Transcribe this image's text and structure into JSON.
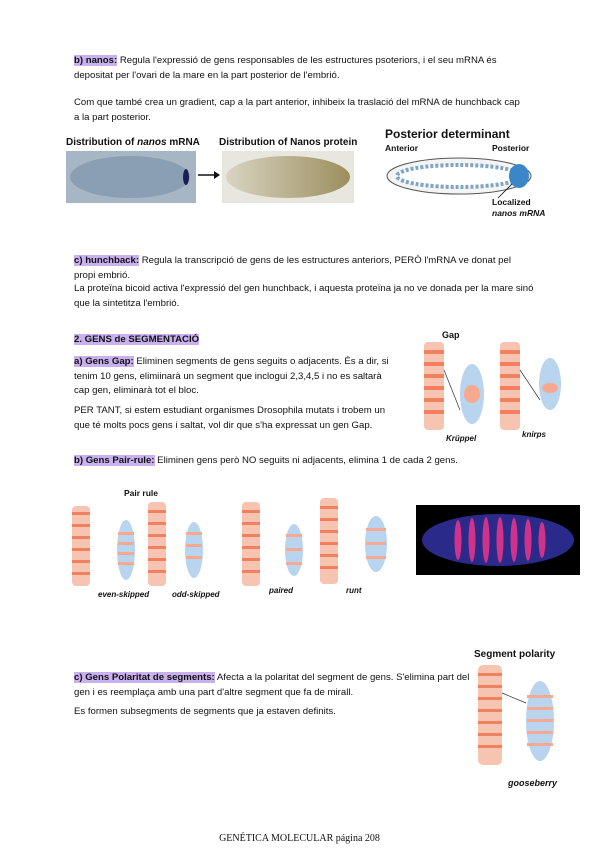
{
  "nanos": {
    "heading": "b) nanos:",
    "text": " Regula l'expressió de gens responsables de les estructures psoteriors, i el seu mRNA és depositat per l'ovari de la mare en la part posterior de l'embrió.",
    "text2": "Com que també crea un gradient, cap a la part anterior, inhibeix la traslació del mRNA de hunchback cap a la part posterior.",
    "fig_left_caption": "Distribution of nanos mRNA",
    "fig_mid_caption": "Distribution of Nanos protein",
    "fig_right_title": "Posterior determinant",
    "fig_right_anterior": "Anterior",
    "fig_right_posterior": "Posterior",
    "fig_right_loc1": "Localized",
    "fig_right_loc2": "nanos mRNA"
  },
  "hunchback": {
    "heading": "c) hunchback:",
    "text": " Regula la transcripció de gens de les estructures anteriors, PERÒ l'mRNA ve donat pel propi embrió.",
    "text2": "La proteïna bicoid activa l'expressió del gen hunchback, i aquesta proteïna ja no ve donada per la mare sinó que la sintetitza l'embrió."
  },
  "segmentation": {
    "heading": "2. GENS de SEGMENTACIÓ",
    "gap_heading": "a) Gens Gap:",
    "gap_text": " Eliminen segments de gens seguits o adjacents. És a dir, si tenim 10 gens, elimiinarà un segment que inclogui 2,3,4,5 i no es saltarà cap gen, eliminarà tot el bloc.",
    "gap_text2": "PER TANT, si estem estudiant organismes Drosophila mutats i trobem un que té molts pocs gens i saltat, vol dir que s'ha expressat un gen Gap.",
    "gap_fig_title": "Gap",
    "gap_fig_l1": "Krüppel",
    "gap_fig_l2": "knirps",
    "pair_heading": "b) Gens Pair-rule:",
    "pair_text": " Eliminen gens però NO seguits ni adjacents, elimina 1 de cada 2 gens.",
    "pair_fig_title": "Pair rule",
    "pair_l1": "even-skipped",
    "pair_l2": "odd-skipped",
    "pair_l3": "paired",
    "pair_l4": "runt",
    "polar_heading": "c) Gens Polaritat de segments:",
    "polar_text": " Afecta a la polaritat del segment de gens. S'elimina part del gen i es reemplaça amb una part d'altre segment que fa de mirall.",
    "polar_text2": "Es formen subsegments de segments que ja estaven definits.",
    "polar_fig_title": "Segment polarity",
    "polar_fig_label": "gooseberry"
  },
  "footer": "GENÉTICA MOLECULAR página 208"
}
